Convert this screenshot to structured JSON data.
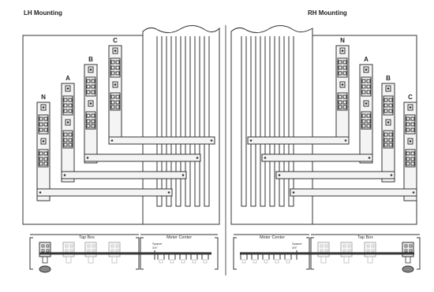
{
  "titles": {
    "left": "LH Mounting",
    "right": "RH Mounting"
  },
  "phases_left": [
    "N",
    "A",
    "B",
    "C"
  ],
  "phases_right": [
    "N",
    "A",
    "B",
    "C"
  ],
  "bottom": {
    "tap_box": "Tap Box",
    "meter_center": "Meter Center",
    "spacer_line1": "Spacer",
    "spacer_line2": "3/4\""
  },
  "colors": {
    "line": "#333333",
    "fill_light": "#f4f4f4",
    "fill_mid": "#e2e2e2"
  }
}
